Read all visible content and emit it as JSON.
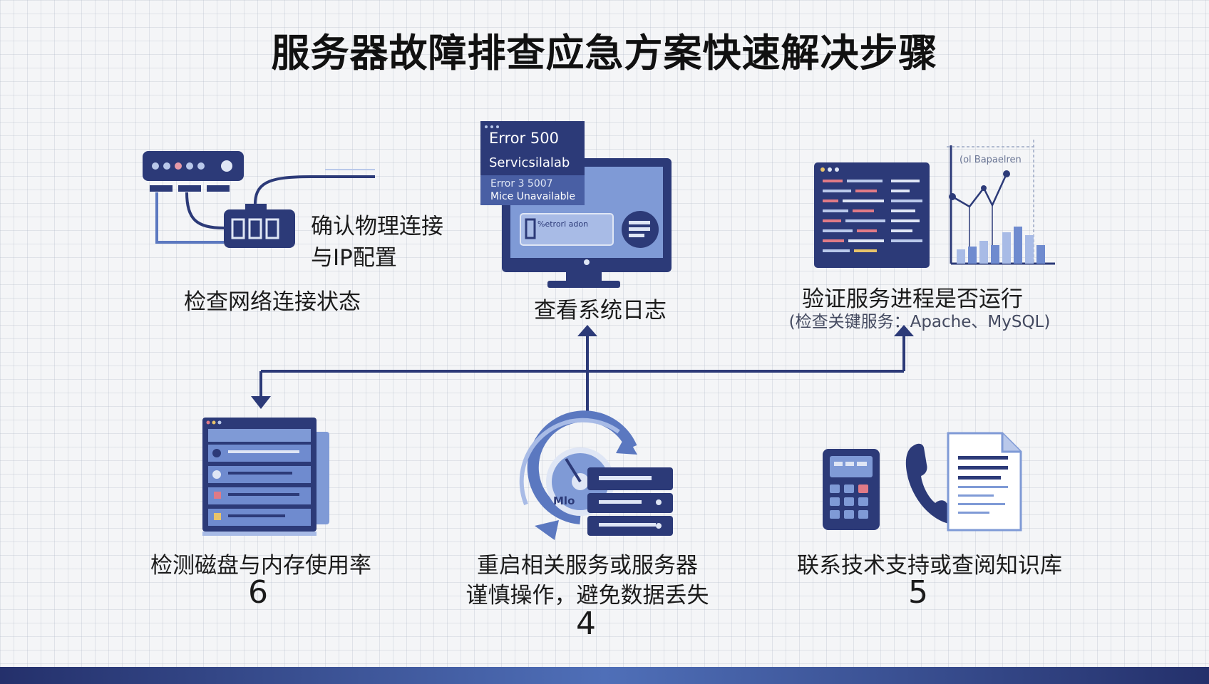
{
  "title": "服务器故障排查应急方案快速解决步骤",
  "colors": {
    "navy": "#2c3a78",
    "mid": "#5b78c0",
    "light": "#b9c8ea"
  },
  "steps": {
    "network": {
      "label": "检查网络连接状态",
      "note": "确认物理连接",
      "note2": "与IP配置"
    },
    "logs": {
      "label": "查看系统日志",
      "error_title": "Error 500",
      "error_line1": "Servicsilalab",
      "error_line2": "Error 3 5007",
      "error_line3": "Mice Unavailable"
    },
    "process": {
      "label": "验证服务进程是否运行",
      "sub": "(检查关键服务：Apache、MySQL)"
    },
    "disk": {
      "label": "检测磁盘与内存使用率",
      "num": "6"
    },
    "restart": {
      "label": "重启相关服务或服务器",
      "sub": "谨慎操作，避免数据丢失",
      "num": "4",
      "gauge_text": "Mlo"
    },
    "support": {
      "label": "联系技术支持或查阅知识库",
      "num": "5"
    }
  },
  "icons": [
    "router-icon",
    "monitor-icon",
    "code-panel-icon",
    "bar-chart-icon",
    "server-rack-icon",
    "refresh-gauge-icon",
    "calculator-icon",
    "phone-icon",
    "document-icon"
  ]
}
